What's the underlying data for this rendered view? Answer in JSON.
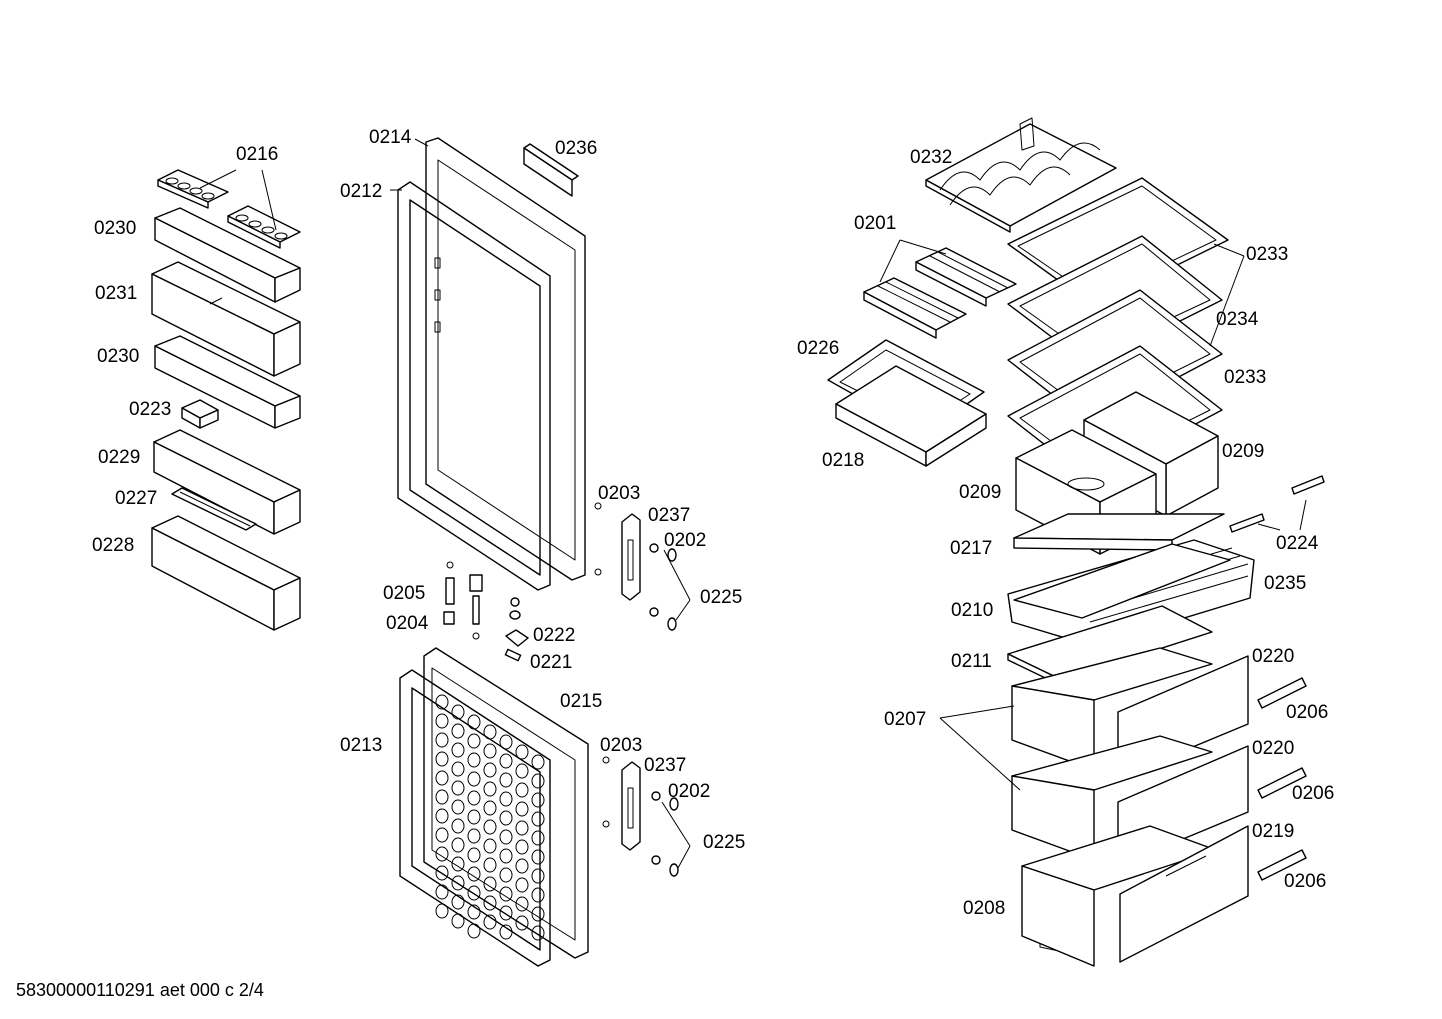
{
  "footer": "58300000110291 aet 000 c 2/4",
  "labels": {
    "l0216": "0216",
    "l0230a": "0230",
    "l0231": "0231",
    "l0230b": "0230",
    "l0223": "0223",
    "l0229": "0229",
    "l0227": "0227",
    "l0228": "0228",
    "l0214": "0214",
    "l0236": "0236",
    "l0212": "0212",
    "l0203a": "0203",
    "l0237a": "0237",
    "l0202a": "0202",
    "l0225a": "0225",
    "l0205": "0205",
    "l0204": "0204",
    "l0222": "0222",
    "l0221": "0221",
    "l0215": "0215",
    "l0213": "0213",
    "l0203b": "0203",
    "l0237b": "0237",
    "l0202b": "0202",
    "l0225b": "0225",
    "l0232": "0232",
    "l0201": "0201",
    "l0233a": "0233",
    "l0234": "0234",
    "l0226": "0226",
    "l0233b": "0233",
    "l0218": "0218",
    "l0209a": "0209",
    "l0209b": "0209",
    "l0224": "0224",
    "l0217": "0217",
    "l0235": "0235",
    "l0210": "0210",
    "l0211": "0211",
    "l0220a": "0220",
    "l0207": "0207",
    "l0206a": "0206",
    "l0220b": "0220",
    "l0206b": "0206",
    "l0219": "0219",
    "l0208": "0208",
    "l0206c": "0206"
  }
}
